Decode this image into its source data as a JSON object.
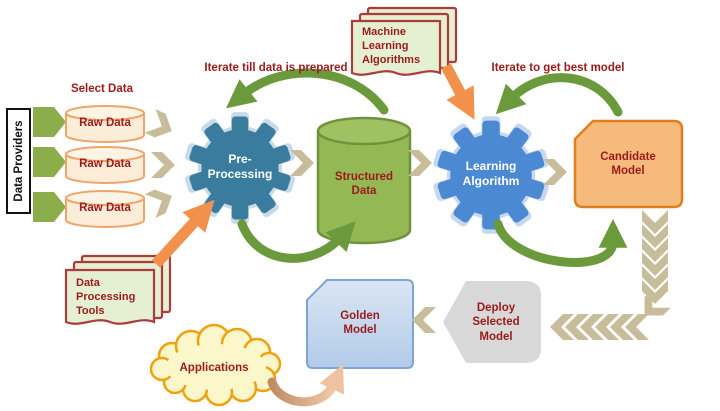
{
  "nodes": {
    "data_providers": "Data Providers",
    "select_data": "Select Data",
    "raw_data_1": "Raw Data",
    "raw_data_2": "Raw Data",
    "raw_data_3": "Raw Data",
    "pre_processing": "Pre-Processing",
    "structured_data": "Structured Data",
    "learning_algorithm": "Learning Algorithm",
    "candidate_model": "Candidate Model",
    "machine_learning_algorithms": "Machine Learning Algorithms",
    "data_processing_tools": "Data Processing Tools",
    "deploy_selected_model": "Deploy Selected Model",
    "golden_model": "Golden Model",
    "applications": "Applications"
  },
  "captions": {
    "iterate_data": "Iterate till data is prepared",
    "iterate_model": "Iterate to get best model"
  },
  "colors": {
    "label_text": "#9B1B1B",
    "preprocessing_gear": "#3A7C9E",
    "learning_gear": "#4C89D3",
    "structured_cylinder_fill": "#93B854",
    "structured_cylinder_border": "#71923D",
    "raw_cylinder_fill": "#FCEDD9",
    "raw_cylinder_border": "#EFA469",
    "candidate_fill": "#F7BA7D",
    "candidate_border": "#DF7F1F",
    "stack_fill": "#E5EFD2",
    "stack_border": "#AA3C3C",
    "deploy_fill": "#D8D8D8",
    "golden_border": "#7CA5D4",
    "cloud_fill": "#FCF6CB",
    "cloud_border": "#EFA10E",
    "flow_green": "#6B9A3D",
    "provider_arrow_green": "#8BAD4A",
    "chevron_tan": "#C7BD9B",
    "orange_arrow": "#F2914C",
    "peach_arrow": "#D8A276"
  }
}
